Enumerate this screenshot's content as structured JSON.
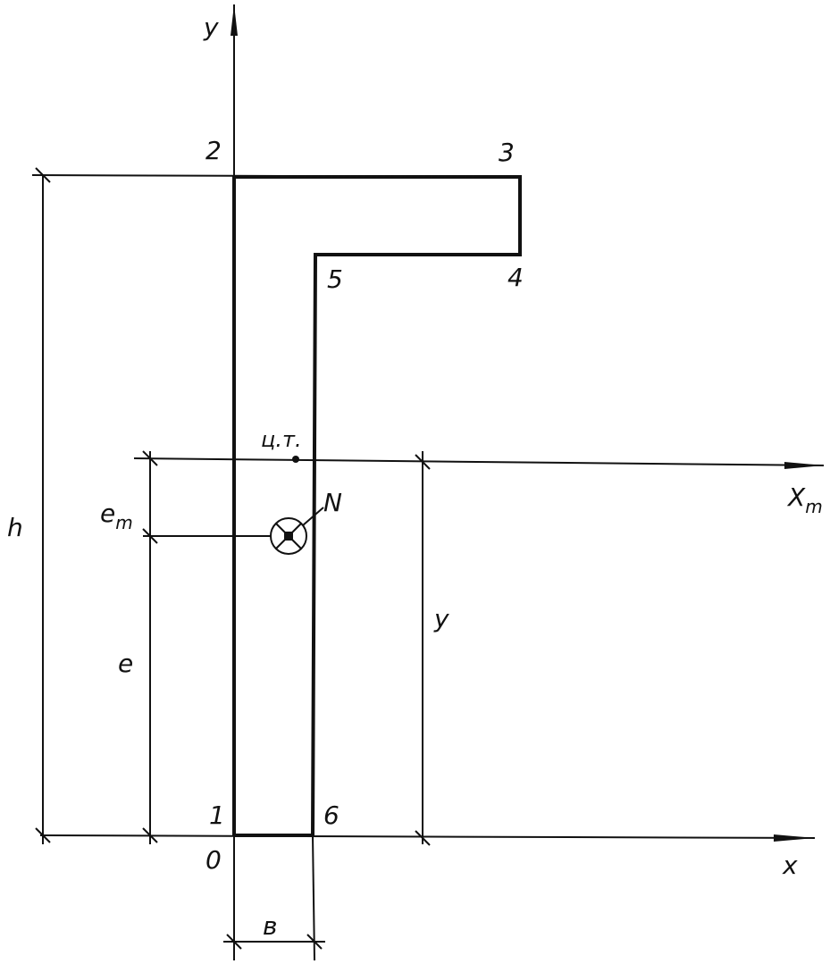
{
  "axes": {
    "y_axis": "y",
    "x_axis": "x",
    "xm_axis": "X",
    "xm_sub": "m"
  },
  "points": {
    "p0": "0",
    "p1": "1",
    "p2": "2",
    "p3": "3",
    "p4": "4",
    "p5": "5",
    "p6": "6"
  },
  "labels": {
    "centroid": "ц.т.",
    "force": "N",
    "height": "h",
    "em": "e",
    "em_sub": "m",
    "e": "e",
    "y_dim": "y",
    "width": "в"
  },
  "colors": {
    "ink": "#111111",
    "background": "#ffffff"
  }
}
